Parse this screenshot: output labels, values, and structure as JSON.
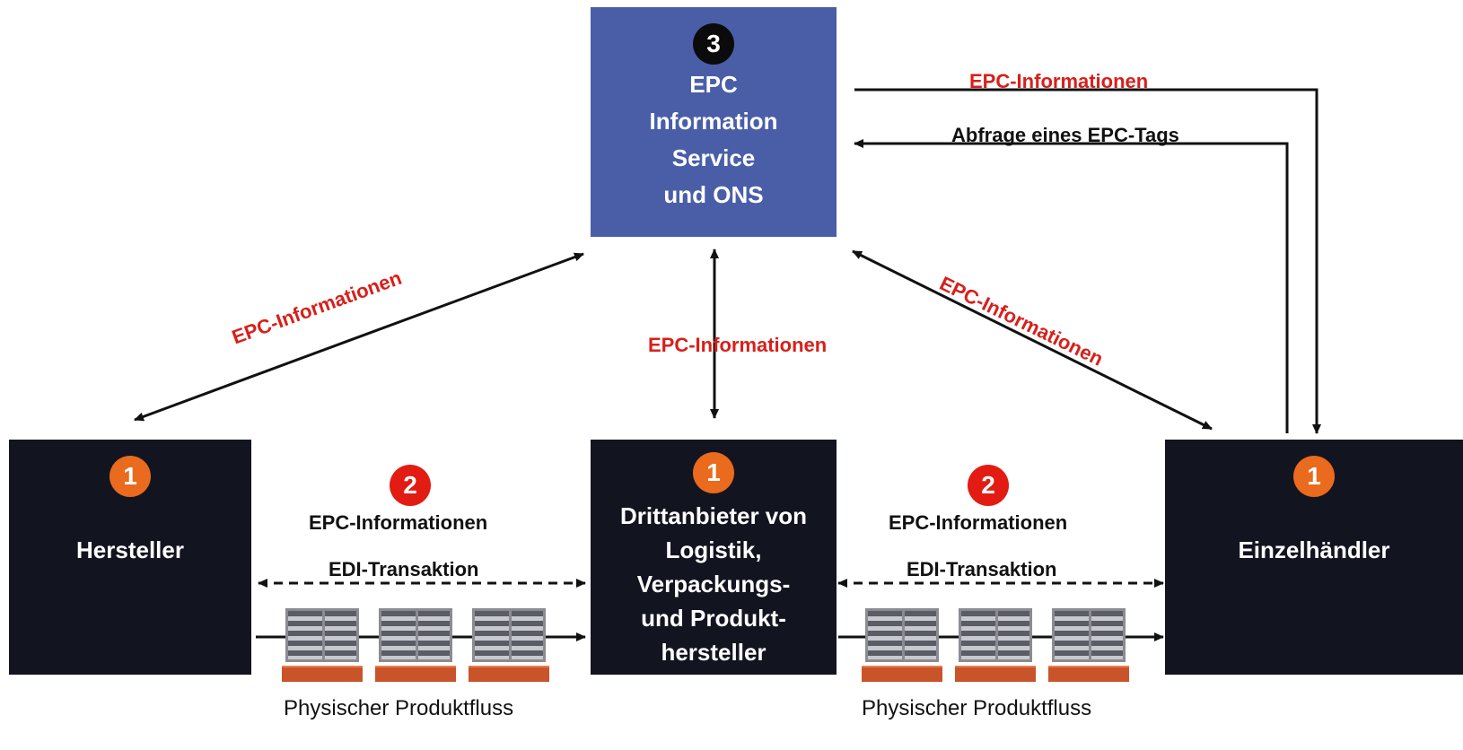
{
  "nodes": {
    "center": {
      "badge": "3",
      "title": "EPC\nInformation\nService\nund ONS"
    },
    "left": {
      "badge": "1",
      "title": "Hersteller"
    },
    "middle": {
      "badge": "1",
      "title": "Drittanbieter von\nLogistik,\nVerpackungs-\nund Produkt-\nhersteller"
    },
    "right": {
      "badge": "1",
      "title": "Einzelhändler"
    }
  },
  "links": {
    "top_out": "EPC-Informationen",
    "top_query": "Abfrage eines EPC-Tags",
    "diag_left": "EPC-Informationen",
    "vertical": "EPC-Informationen",
    "diag_right": "EPC-Informationen"
  },
  "exchanges": {
    "left": {
      "badge": "2",
      "info": "EPC-Informationen",
      "edi": "EDI-Transaktion"
    },
    "right": {
      "badge": "2",
      "info": "EPC-Informationen",
      "edi": "EDI-Transaktion"
    }
  },
  "flows": {
    "left": "Physischer Produktfluss",
    "right": "Physischer Produktfluss"
  },
  "colors": {
    "dark_box": "#121520",
    "blue_box": "#4a5ea8",
    "badge_orange": "#ea6a1e",
    "badge_red": "#e21b13",
    "label_red": "#d81f1a",
    "pallet_base": "#c9542a"
  },
  "icons": [
    "arrow-icon",
    "pallet-icon"
  ]
}
